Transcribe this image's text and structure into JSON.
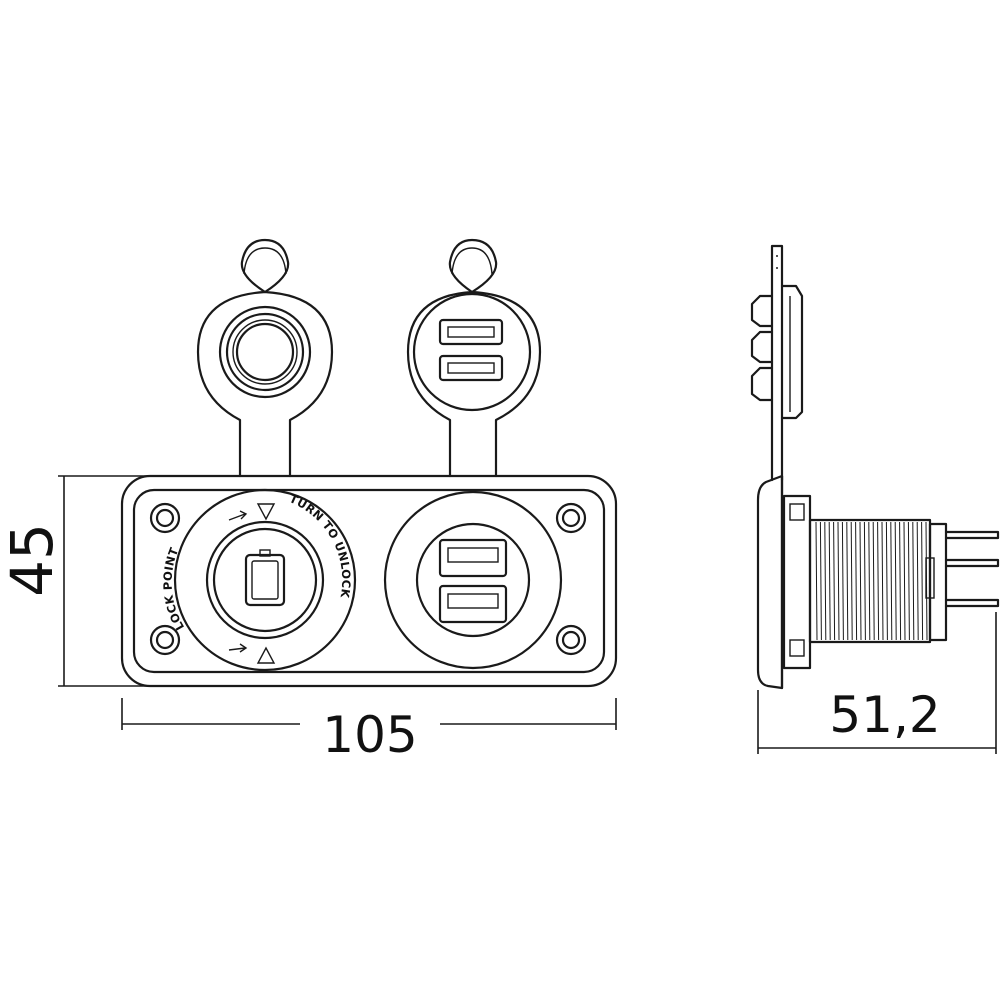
{
  "dimensions": {
    "height": "45",
    "width": "105",
    "depth": "51,2"
  },
  "ring_labels": {
    "lock_point": "LOCK POINT",
    "turn_to_unlock": "TURN TO UNLOCK"
  },
  "icons": [
    "lock-arrow-icon",
    "unlock-triangle-icon",
    "usb-port-icon",
    "screw-hole-icon"
  ]
}
